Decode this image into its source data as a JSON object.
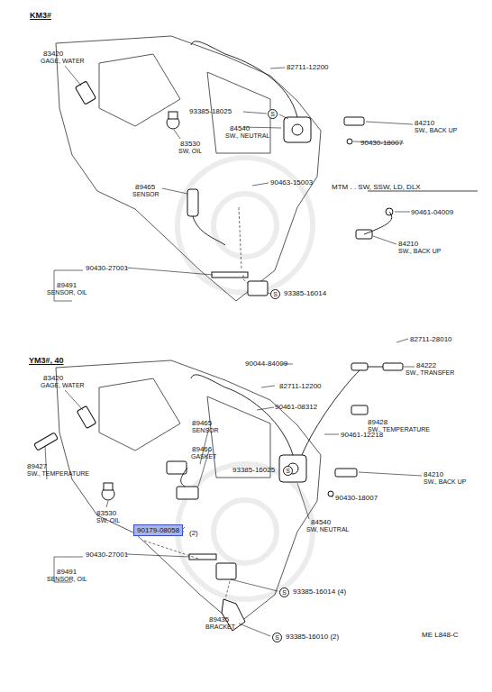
{
  "diagram": {
    "labels": [
      "KM3#",
      "83420",
      "GAGE, WATER",
      "82711-12200",
      "93385-18025",
      "S",
      "84540",
      "SW., NEUTRAL",
      "83530",
      "SW, OIL",
      "84210",
      "SW., BACK UP",
      "90430-18007",
      "90463-15003",
      "89465",
      "SENSOR",
      "MTM . . SW, SSW, LD, DLX",
      "90461-04009",
      "84210",
      "SW., BACK UP",
      "90430-27001",
      "89491",
      "SENSOR, OIL",
      "S",
      "93385-16014",
      "82711-28010",
      "YM3#, 40",
      "90044-84009",
      "82711-12200",
      "84222",
      "SW., TRANSFER",
      "83420",
      "GAGE, WATER",
      "89465",
      "SENSOR",
      "90461-08312",
      "89428",
      "SW., TEMPERATURE",
      "89466",
      "GASKET",
      "90461-12218",
      "89427",
      "SW., TEMPERATURE",
      "93385-16025",
      "S",
      "84210",
      "SW., BACK UP",
      "90430-18007",
      "83530",
      "SW, OIL",
      "84540",
      "SW, NEUTRAL",
      "90179-08058",
      "(2)",
      "90430-27001",
      "89491",
      "SENSOR, OIL",
      "S",
      "93385-16014 (4)",
      "89435",
      "BRACKET",
      "S",
      "93385-16010 (2)",
      "ME L848-C"
    ]
  }
}
